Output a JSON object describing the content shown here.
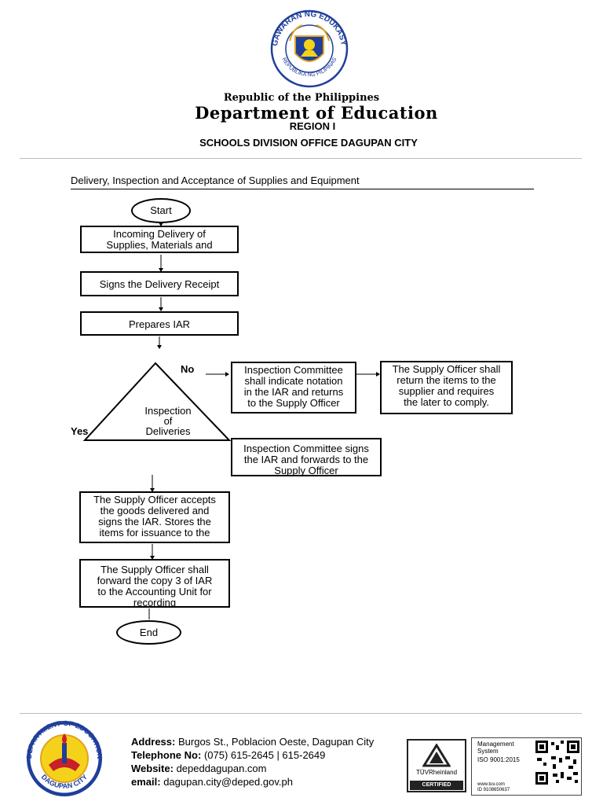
{
  "header": {
    "seal_text_top": "KAGAWARAN NG EDUKASYON",
    "seal_text_bottom": "REPUBLIKA NG PILIPINAS",
    "republic": "Republic of the Philippines",
    "department": "Department of Education",
    "region": "REGION I",
    "division": "SCHOOLS DIVISION OFFICE DAGUPAN CITY"
  },
  "document": {
    "title": "Delivery, Inspection and Acceptance of Supplies and Equipment"
  },
  "flowchart": {
    "start": "Start",
    "step1": [
      "Incoming Delivery of",
      "Supplies, Materials and"
    ],
    "step2": "Signs the Delivery Receipt",
    "step3": "Prepares IAR",
    "decision": [
      "Inspection",
      "of",
      "Deliveries"
    ],
    "no_label": "No",
    "yes_label": "Yes",
    "no_step1": [
      "Inspection Committee",
      "shall indicate notation",
      "in the IAR and returns",
      "to the Supply Officer"
    ],
    "no_step2": [
      "The Supply Officer shall",
      "return the items to the",
      "supplier and requires",
      "the later to comply."
    ],
    "yes_step": [
      "Inspection Committee signs",
      "the IAR and forwards to the",
      "Supply Officer"
    ],
    "step4": [
      "The Supply Officer accepts",
      "the goods delivered and",
      "signs the IAR. Stores the",
      "items for issuance to the"
    ],
    "step5": [
      "The Supply Officer shall",
      "forward the copy 3 of IAR",
      "to the Accounting Unit for",
      "recording"
    ],
    "end": "End"
  },
  "footer": {
    "seal_text_top": "DEPARTMENT OF EDUCATION",
    "seal_text_bottom": "DAGUPAN CITY",
    "address_label": "Address:",
    "address": "Burgos St., Poblacion Oeste,  Dagupan City",
    "telephone_label": "Telephone No:",
    "telephone": "(075) 615-2645 | 615-2649",
    "website_label": "Website:",
    "website": "depeddagupan.com",
    "email_label": "email:",
    "email": "dagupan.city@deped.gov.ph",
    "cert_brand": "TÜVRheinland",
    "cert_badge": "CERTIFIED",
    "mgmt": [
      "Management",
      "System"
    ],
    "iso": "ISO 9001:2015",
    "cert_url": "www.tuv.com",
    "cert_id": "ID 9108650637"
  },
  "colors": {
    "seal_blue": "#1f3f9a",
    "seal_gold": "#e0a321",
    "seal_red": "#c8202a",
    "seal_yellow": "#f5d21a"
  }
}
